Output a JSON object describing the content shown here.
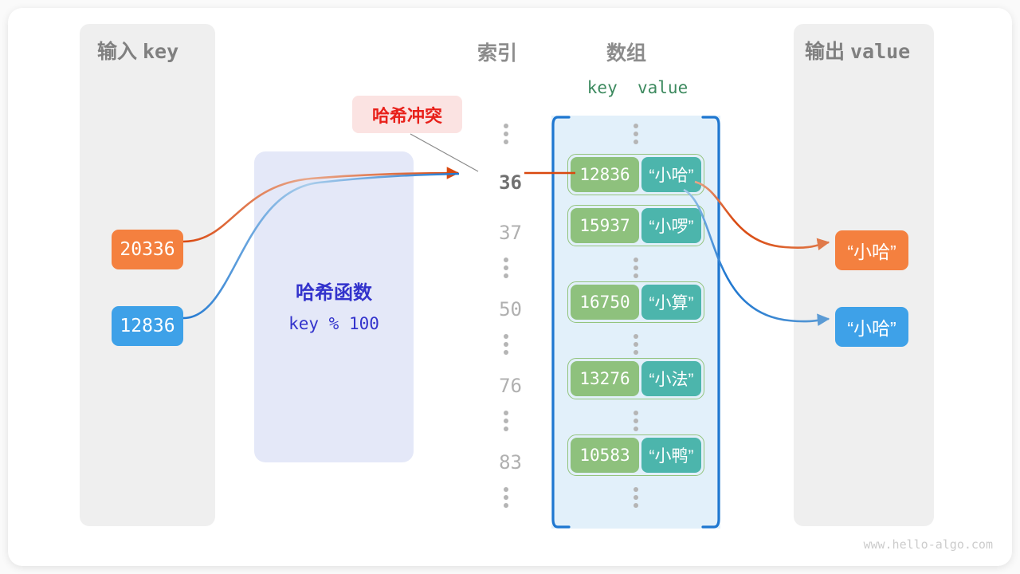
{
  "panels": {
    "input": {
      "title_cn": "输入",
      "title_mono": "key"
    },
    "output": {
      "title_cn": "输出",
      "title_mono": "value"
    }
  },
  "columns": {
    "index_heading": "索引",
    "array_heading": "数组",
    "kv_heading": "key  value"
  },
  "hash_function": {
    "title": "哈希函数",
    "formula": "key % 100"
  },
  "collision": {
    "label": "哈希冲突"
  },
  "input_keys": [
    {
      "value": "20336",
      "color": "#f4803f"
    },
    {
      "value": "12836",
      "color": "#3ea1e8"
    }
  ],
  "output_values": [
    {
      "value": "“小哈”",
      "color": "#f4803f"
    },
    {
      "value": "“小哈”",
      "color": "#3ea1e8"
    }
  ],
  "indices": [
    {
      "label": "36",
      "highlighted": true
    },
    {
      "label": "37",
      "highlighted": false
    },
    {
      "label": "50",
      "highlighted": false
    },
    {
      "label": "76",
      "highlighted": false
    },
    {
      "label": "83",
      "highlighted": false
    }
  ],
  "buckets": [
    {
      "key": "12836",
      "value": "“小哈”"
    },
    {
      "key": "15937",
      "value": "“小啰”"
    },
    {
      "key": "16750",
      "value": "“小算”"
    },
    {
      "key": "13276",
      "value": "“小法”"
    },
    {
      "key": "10583",
      "value": "“小鸭”"
    }
  ],
  "colors": {
    "key_cell": "#8ec17d",
    "value_cell": "#4cb5ac",
    "cell_outline": "#93c47d",
    "array_bg": "#e2f0fa",
    "array_bracket": "#1f77d0",
    "hash_box": "#e4e8f8",
    "hash_text": "#3333cc",
    "collision_bg": "#fbe3e2",
    "collision_text": "#e8201a",
    "orange": "#f4803f",
    "blue": "#3ea1e8",
    "panel_bg": "#efefef"
  },
  "watermark": "www.hello-algo.com"
}
